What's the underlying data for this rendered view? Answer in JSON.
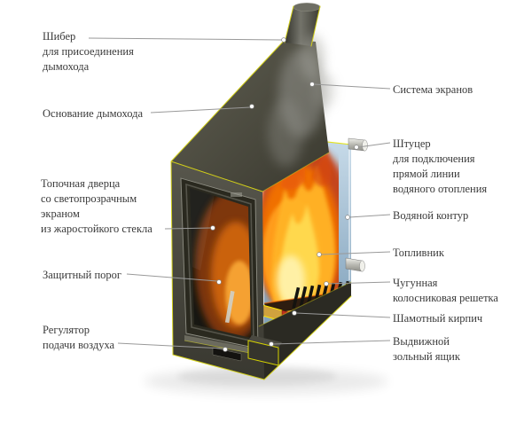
{
  "diagram": {
    "subject": "Cutaway diagram of a wood-burning fireplace stove with water circuit",
    "labels_left": [
      {
        "id": "damper",
        "lines": [
          "Шибер",
          "для присоединения",
          "дымохода"
        ]
      },
      {
        "id": "chimney-base",
        "lines": [
          "Основание дымохода"
        ]
      },
      {
        "id": "firebox-door",
        "lines": [
          "Топочная дверца",
          "со светопрозрачным",
          "экраном",
          "из жаростойкого стекла"
        ]
      },
      {
        "id": "threshold",
        "lines": [
          "Защитный порог"
        ]
      },
      {
        "id": "air-regulator",
        "lines": [
          "Регулятор",
          "подачи воздуха"
        ]
      }
    ],
    "labels_right": [
      {
        "id": "screen-system",
        "lines": [
          "Система экранов"
        ]
      },
      {
        "id": "water-fitting",
        "lines": [
          "Штуцер",
          "для подключения",
          "прямой линии",
          "водяного отопления"
        ]
      },
      {
        "id": "water-circuit",
        "lines": [
          "Водяной контур"
        ]
      },
      {
        "id": "firebox",
        "lines": [
          "Топливник"
        ]
      },
      {
        "id": "grate",
        "lines": [
          "Чугунная",
          "колосниковая решетка"
        ]
      },
      {
        "id": "fireclay-brick",
        "lines": [
          "Шамотный кирпич"
        ]
      },
      {
        "id": "ash-drawer",
        "lines": [
          "Выдвижной",
          "зольный ящик"
        ]
      }
    ],
    "colors": {
      "background": "#ffffff",
      "label_text": "#3a3a3a",
      "leader_line": "#999999",
      "leader_dot": "#ffffff",
      "edge_highlight": "#d2cf18",
      "body_dark": "#3a392f",
      "body_light": "#605f52",
      "water_top": "#c9dcea",
      "water_bottom": "#7fa0ba",
      "fire_red": "#c63a10",
      "fire_orange": "#f07000",
      "fire_yellow": "#ffd84d",
      "fire_core": "#fff3b0",
      "metal": "#e8e8e2"
    }
  }
}
